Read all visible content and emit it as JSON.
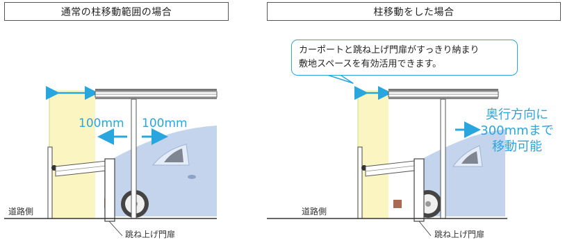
{
  "panels": [
    {
      "title": "通常の柱移動範囲の場合",
      "road_label": "道路側",
      "gate_label": "跳ね上げ門扉",
      "dim_left": "100mm",
      "dim_right": "100mm"
    },
    {
      "title": "柱移動をした場合",
      "road_label": "道路側",
      "gate_label": "跳ね上げ門扉",
      "callout": [
        "カーポートと跳ね上げ門扉がすっきり納まり",
        "敷地スペースを有効活用できます。"
      ],
      "move_note": [
        "奥行方向に",
        "300mmまで",
        "移動可能"
      ]
    }
  ],
  "colors": {
    "accent": "#2aa6de",
    "zone": "#fbf6c1",
    "car": "#c4d4ec"
  }
}
